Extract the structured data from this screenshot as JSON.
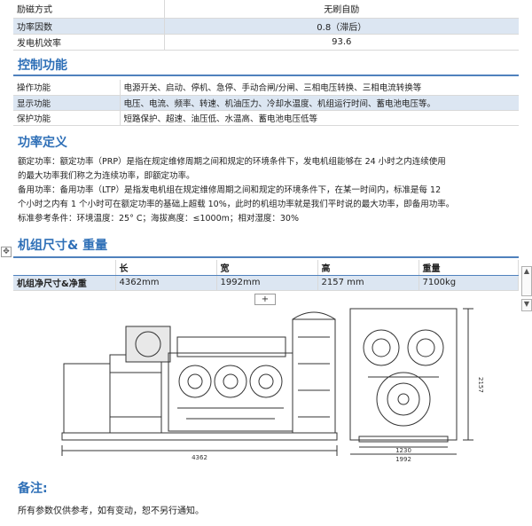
{
  "top_table": {
    "rows": [
      {
        "label": "励磁方式",
        "value": "无刷自励"
      },
      {
        "label": "功率因数",
        "value": "0.8（滞后）"
      },
      {
        "label": "发电机效率",
        "value": "93.6"
      }
    ]
  },
  "control": {
    "title": "控制功能",
    "rows": [
      {
        "label": "操作功能",
        "value": "电源开关、启动、停机、急停、手动合闸/分闸、三相电压转换、三相电流转换等"
      },
      {
        "label": "显示功能",
        "value": "电压、电流、频率、转速、机油压力、冷却水温度、机组运行时间、蓄电池电压等。"
      },
      {
        "label": "保护功能",
        "value": "短路保护、超速、油压低、水温高、蓄电池电压低等"
      }
    ]
  },
  "power": {
    "title": "功率定义",
    "lines": [
      "额定功率：额定功率（PRP）是指在规定维修周期之间和规定的环境条件下，发电机组能够在 24 小时之内连续使用",
      "的最大功率我们称之为连续功率，即额定功率。",
      "备用功率：备用功率（LTP）是指发电机组在规定维修周期之间和规定的环境条件下，在某一时间内，标准是每 12",
      "个小时之内有 1 个小时可在额定功率的基础上超载 10%，此时的机组功率就是我们平时说的最大功率，即备用功率。",
      "标准参考条件：环境温度：25° C；海拔高度：≤1000m；相对湿度：30%"
    ]
  },
  "size": {
    "title": "机组尺寸&  重量",
    "headers": [
      "",
      "长",
      "宽",
      "高",
      "重量"
    ],
    "row": [
      "机组净尺寸&净重",
      "4362mm",
      "1992mm",
      "2157 mm",
      "7100kg"
    ]
  },
  "drawing": {
    "dim_length": "4362",
    "dim_height": "2157",
    "dim_width_inner": "1230",
    "dim_width_outer": "1992"
  },
  "controls": {
    "move_handle": "✥",
    "add_row": "+",
    "scroll_up": "▲",
    "scroll_down": "▼"
  },
  "notes": {
    "title": "备注:",
    "text": "所有参数仅供参考，如有变动，恕不另行通知。"
  },
  "colors": {
    "heading": "#2e6fb7",
    "rule": "#4f81bd",
    "row_alt": "#dce6f2"
  }
}
